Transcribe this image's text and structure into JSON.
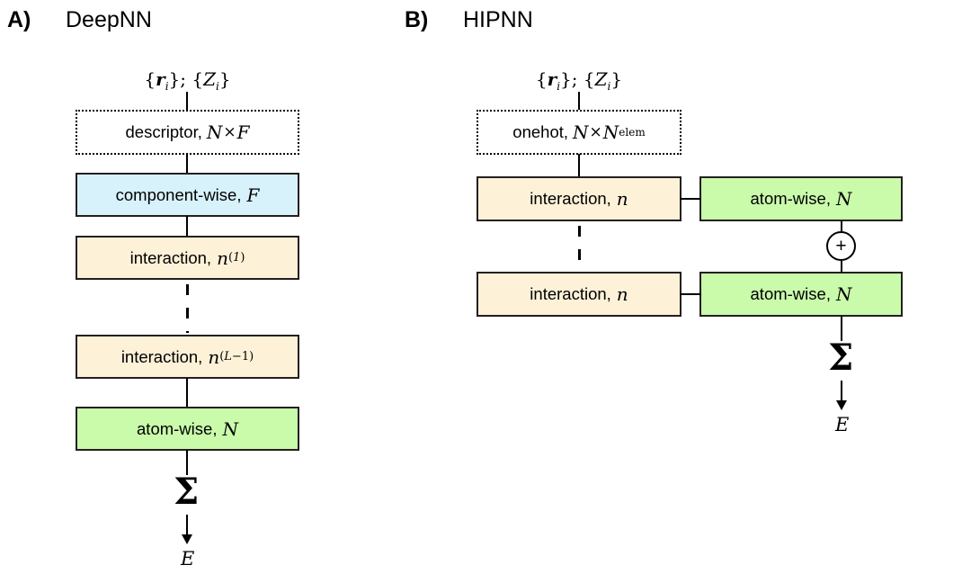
{
  "figure": {
    "background_color": "#ffffff",
    "colors": {
      "blue_fill": "#d8f2fb",
      "peach_fill": "#fdf1d8",
      "green_fill": "#c9fbab",
      "stroke": "#231f20"
    }
  },
  "panels": [
    {
      "letter": "A)",
      "title": "DeepNN",
      "input_label": "{r_i}; {Z_i}",
      "nodes": [
        {
          "name": "descriptor",
          "label": "descriptor,",
          "math": "N × F",
          "style": "dotted"
        },
        {
          "name": "component-wise",
          "label": "component-wise,",
          "math": "F",
          "style": "blue"
        },
        {
          "name": "interaction-1",
          "label": "interaction,",
          "math": "n^(1)",
          "style": "peach"
        },
        {
          "name": "interaction-L-1",
          "label": "interaction,",
          "math": "n^(L-1)",
          "style": "peach"
        },
        {
          "name": "atom-wise",
          "label": "atom-wise,",
          "math": "N",
          "style": "green"
        }
      ],
      "sum_symbol": "Σ",
      "output_label": "E",
      "has_vertical_ellipsis": true
    },
    {
      "letter": "B)",
      "title": "HIPNN",
      "input_label": "{r_i}; {Z_i}",
      "nodes": [
        {
          "name": "onehot",
          "label": "onehot,",
          "math": "N × N_elem",
          "style": "dotted"
        },
        {
          "name": "interaction-top",
          "label": "interaction,",
          "math": "n",
          "style": "peach"
        },
        {
          "name": "atom-wise-top",
          "label": "atom-wise,",
          "math": "N",
          "style": "green"
        },
        {
          "name": "interaction-bottom",
          "label": "interaction,",
          "math": "n",
          "style": "peach"
        },
        {
          "name": "atom-wise-bottom",
          "label": "atom-wise,",
          "math": "N",
          "style": "green"
        }
      ],
      "adder_symbol": "+",
      "sum_symbol": "Σ",
      "output_label": "E",
      "has_vertical_ellipsis": true
    }
  ]
}
